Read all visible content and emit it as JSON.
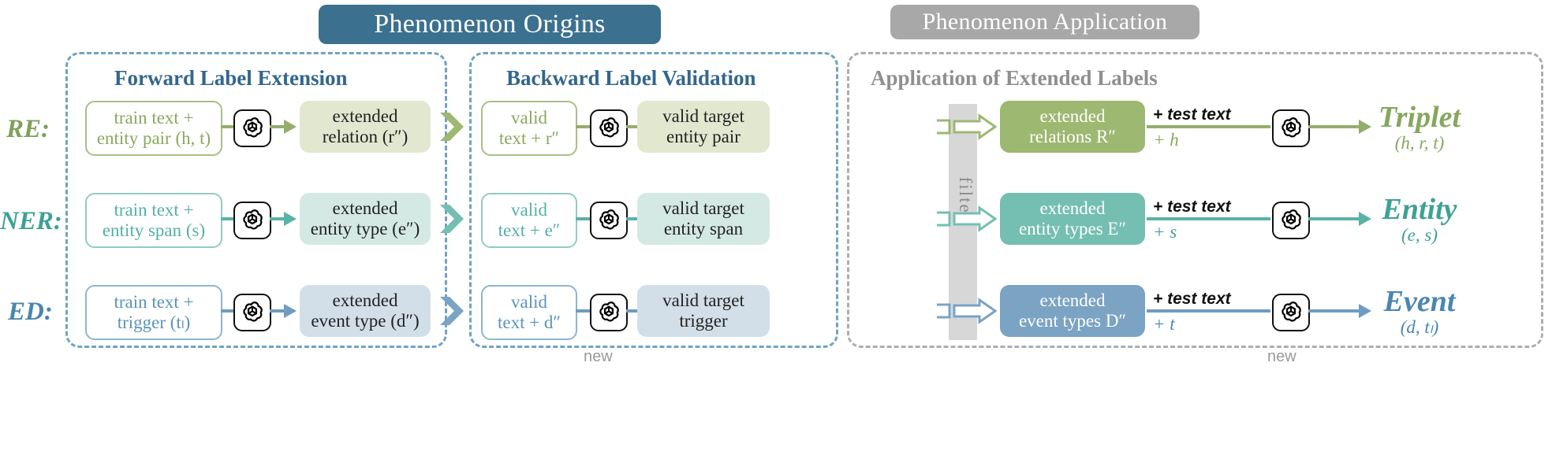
{
  "banners": {
    "origins": "Phenomenon Origins",
    "application": "Phenomenon Application"
  },
  "panels": {
    "forward_title": "Forward Label Extension",
    "backward_title": "Backward Label Validation",
    "application_title": "Application of Extended Labels"
  },
  "filter": {
    "label": "filter"
  },
  "new_label": "new",
  "colors": {
    "origins_banner": "#3b708f",
    "application_banner": "#a8a8a8",
    "panel_blue": "#6fa3c4",
    "panel_gray": "#adadad",
    "re": "#9db870",
    "ner": "#74bfb1",
    "ed": "#7ba3c3",
    "filter_bar": "#d7d7d7"
  },
  "rows": [
    {
      "id": "re",
      "task": "RE:",
      "input_box": {
        "line1": "train text +",
        "line2": "entity pair (h, t)"
      },
      "extended_box": {
        "line1": "extended",
        "line2": "relation  (r″)"
      },
      "valid_box": {
        "line1": "valid",
        "line2": "text + r″"
      },
      "target_box": {
        "line1": "valid target",
        "line2": "entity pair"
      },
      "final_box": {
        "line1": "extended",
        "line2": "relations  R″"
      },
      "plus_text": "+ test text",
      "plus_symbol": "+ h",
      "outcome": {
        "name": "Triplet",
        "sub": "(h, r, t)"
      }
    },
    {
      "id": "ner",
      "task": "NER:",
      "input_box": {
        "line1": "train text +",
        "line2": "entity span (s)"
      },
      "extended_box": {
        "line1": "extended",
        "line2": "entity type (e″)"
      },
      "valid_box": {
        "line1": "valid",
        "line2": "text + e″"
      },
      "target_box": {
        "line1": "valid target",
        "line2": "entity span"
      },
      "final_box": {
        "line1": "extended",
        "line2": "entity types E″"
      },
      "plus_text": "+ test text",
      "plus_symbol": "+ s",
      "outcome": {
        "name": "Entity",
        "sub": "(e, s)"
      }
    },
    {
      "id": "ed",
      "task": "ED:",
      "input_box": {
        "line1": "train text +",
        "line2": "trigger   (tₗ)"
      },
      "extended_box": {
        "line1": "extended",
        "line2": "event type (d″)"
      },
      "valid_box": {
        "line1": "valid",
        "line2": "text + d″"
      },
      "target_box": {
        "line1": "valid target",
        "line2": "trigger"
      },
      "final_box": {
        "line1": "extended",
        "line2": "event types D″"
      },
      "plus_text": "+ test text",
      "plus_symbol": "+ t",
      "outcome": {
        "name": "Event",
        "sub": "(d, tₗ)"
      }
    }
  ],
  "icons": {
    "llm": "openai-logo"
  }
}
